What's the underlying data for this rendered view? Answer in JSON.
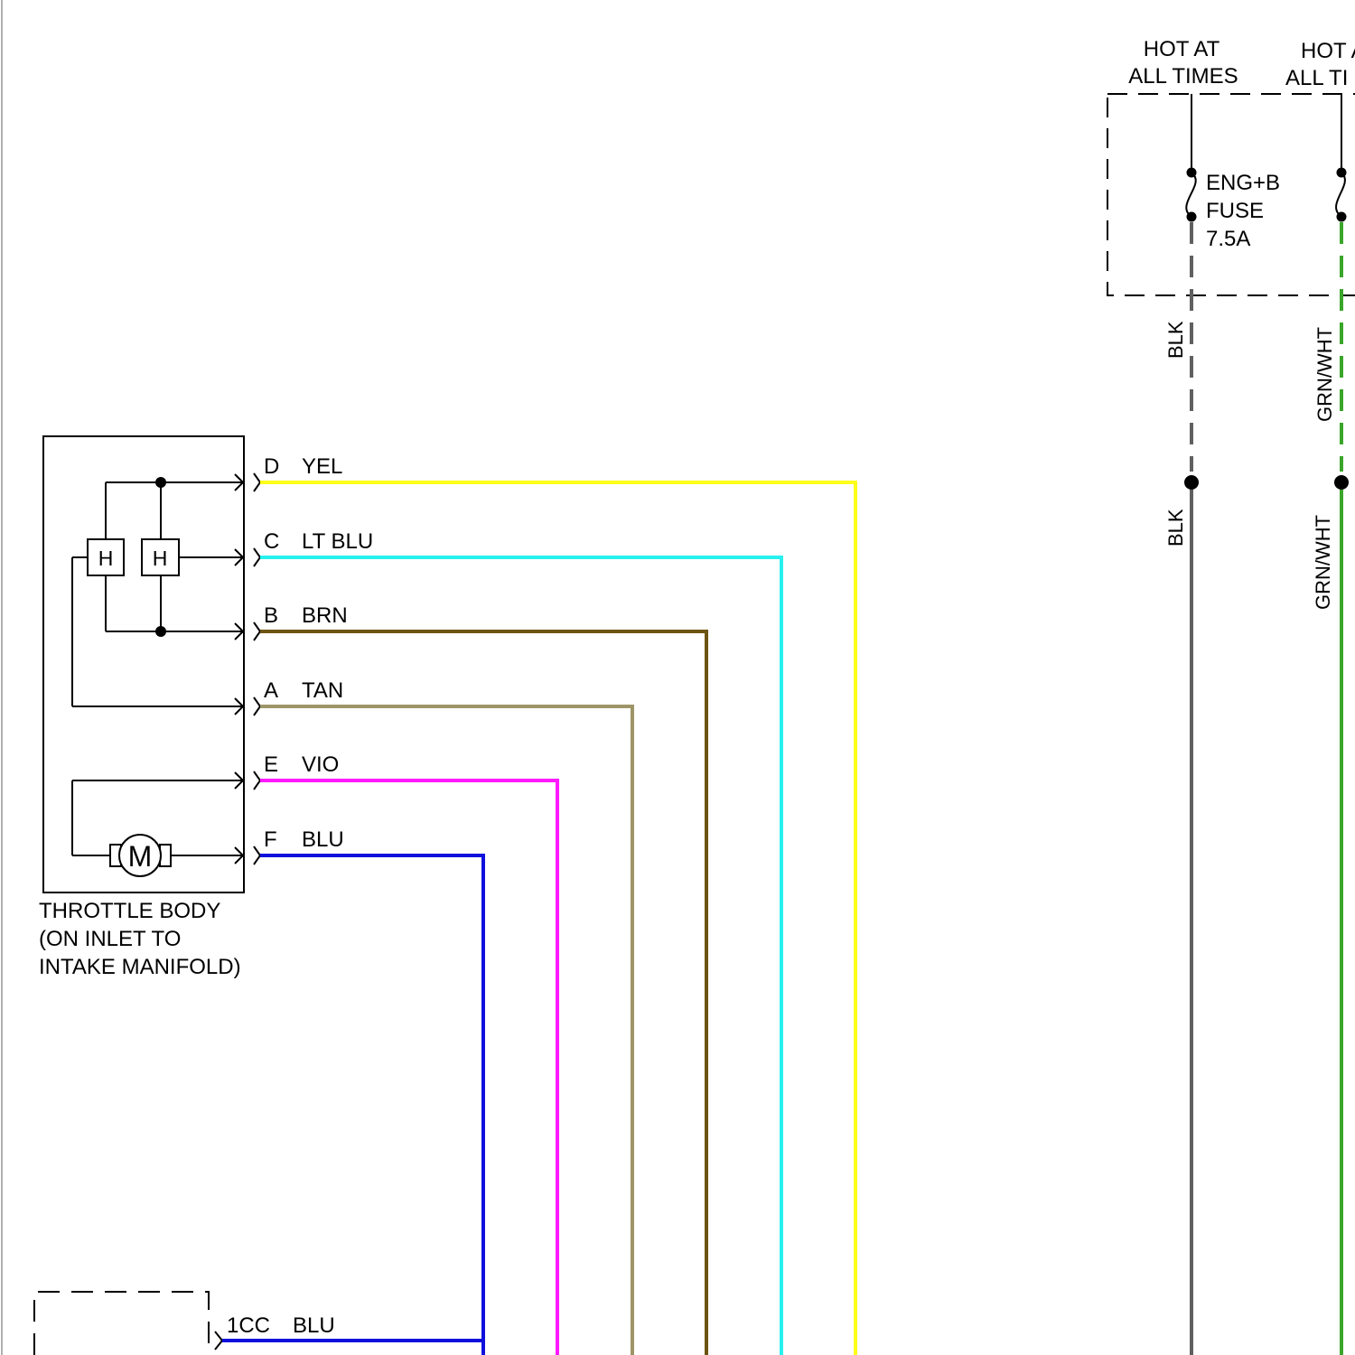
{
  "fuse_box": {
    "supply_labels": [
      {
        "line1": "HOT AT",
        "line2": "ALL TIMES"
      },
      {
        "line1": "HOT A",
        "line2": "ALL TI"
      }
    ],
    "fuse": {
      "name": "ENG+B",
      "type": "FUSE",
      "rating": "7.5A"
    }
  },
  "right_wires": [
    {
      "label": "BLK",
      "color": "#606060"
    },
    {
      "label": "GRN/WHT",
      "color": "#3aa52a"
    }
  ],
  "throttle_body": {
    "title_line1": "THROTTLE BODY",
    "title_line2": "(ON INLET TO",
    "title_line3": "INTAKE MANIFOLD)",
    "sensor_label": "H",
    "motor_label": "M"
  },
  "connector_pins": [
    {
      "pin": "D",
      "wire": "YEL",
      "color": "#ffff1a"
    },
    {
      "pin": "C",
      "wire": "LT BLU",
      "color": "#28f0f0"
    },
    {
      "pin": "B",
      "wire": "BRN",
      "color": "#6e5412"
    },
    {
      "pin": "A",
      "wire": "TAN",
      "color": "#9d9568"
    },
    {
      "pin": "E",
      "wire": "VIO",
      "color": "#ff1aff"
    },
    {
      "pin": "F",
      "wire": "BLU",
      "color": "#1010dd"
    }
  ],
  "bottom_connector": {
    "pin": "1CC",
    "wire": "BLU"
  }
}
